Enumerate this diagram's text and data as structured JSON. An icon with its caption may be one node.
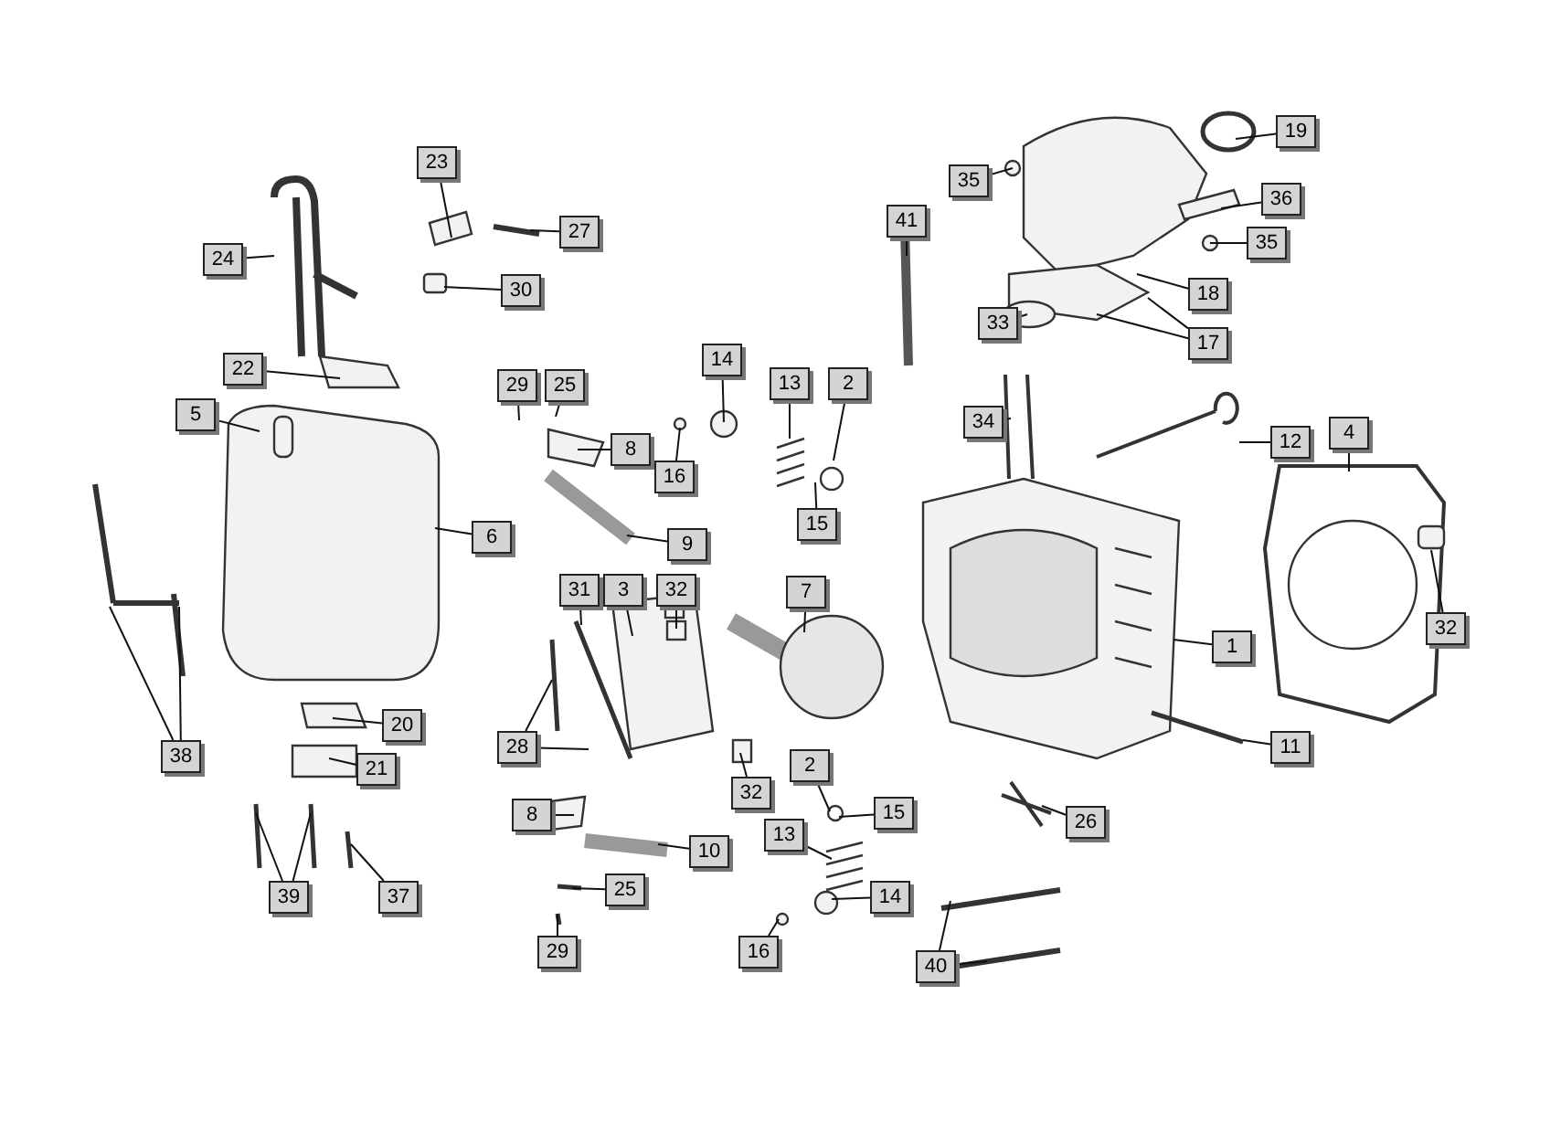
{
  "diagram": {
    "nodes": [
      {
        "text": [
          "23"
        ]
      },
      {
        "text": [
          "19"
        ]
      },
      {
        "text": [
          "35"
        ]
      },
      {
        "text": [
          "27"
        ]
      },
      {
        "text": [
          "24"
        ]
      },
      {
        "text": [
          "36"
        ]
      },
      {
        "text": [
          "41"
        ]
      },
      {
        "text": [
          "30"
        ]
      },
      {
        "text": [
          "18"
        ]
      },
      {
        "text": [
          "33"
        ]
      },
      {
        "text": [
          "17"
        ]
      },
      {
        "text": [
          "35"
        ]
      },
      {
        "text": [
          "22"
        ]
      },
      {
        "text": [
          "5"
        ]
      },
      {
        "text": [
          "29"
        ]
      },
      {
        "text": [
          "25"
        ]
      },
      {
        "text": [
          "14"
        ]
      },
      {
        "text": [
          "13"
        ]
      },
      {
        "text": [
          "2"
        ]
      },
      {
        "text": [
          "34"
        ]
      },
      {
        "text": [
          "12"
        ]
      },
      {
        "text": [
          "4"
        ]
      },
      {
        "text": [
          "8"
        ]
      },
      {
        "text": [
          "16"
        ]
      },
      {
        "text": [
          "15"
        ]
      },
      {
        "text": [
          "6"
        ]
      },
      {
        "text": [
          "9"
        ]
      },
      {
        "text": [
          "32"
        ]
      },
      {
        "text": [
          "31"
        ]
      },
      {
        "text": [
          "3"
        ]
      },
      {
        "text": [
          "32"
        ]
      },
      {
        "text": [
          "7"
        ]
      },
      {
        "text": [
          "1"
        ]
      },
      {
        "text": [
          "20"
        ]
      },
      {
        "text": [
          "38"
        ]
      },
      {
        "text": [
          "28"
        ]
      },
      {
        "text": [
          "21"
        ]
      },
      {
        "text": [
          "32"
        ]
      },
      {
        "text": [
          "11"
        ]
      },
      {
        "text": [
          "2"
        ]
      },
      {
        "text": [
          "15"
        ]
      },
      {
        "text": [
          "26"
        ]
      },
      {
        "text": [
          "8"
        ]
      },
      {
        "text": [
          "13"
        ]
      },
      {
        "text": [
          "10"
        ]
      },
      {
        "text": [
          "39"
        ]
      },
      {
        "text": [
          "37"
        ]
      },
      {
        "text": [
          "25"
        ]
      },
      {
        "text": [
          "14"
        ]
      },
      {
        "text": [
          "29"
        ]
      },
      {
        "text": [
          "16"
        ]
      },
      {
        "text": [
          "40"
        ]
      }
    ],
    "edges": [
      {
        "from": 0,
        "to": null,
        "arrow": "none"
      },
      {
        "from": 1,
        "to": null,
        "arrow": "none"
      },
      {
        "from": 2,
        "to": null,
        "arrow": "none"
      },
      {
        "from": 3,
        "to": null,
        "arrow": "none"
      },
      {
        "from": 4,
        "to": null,
        "arrow": "none"
      },
      {
        "from": 5,
        "to": null,
        "arrow": "none"
      },
      {
        "from": 6,
        "to": null,
        "arrow": "none"
      },
      {
        "from": 7,
        "to": null,
        "arrow": "none"
      },
      {
        "from": 8,
        "to": null,
        "arrow": "none"
      },
      {
        "from": 9,
        "to": null,
        "arrow": "none"
      },
      {
        "from": 10,
        "to": null,
        "arrow": "none"
      },
      {
        "from": 10,
        "to": null,
        "arrow": "none"
      },
      {
        "from": 11,
        "to": null,
        "arrow": "none"
      },
      {
        "from": 12,
        "to": null,
        "arrow": "none"
      },
      {
        "from": 13,
        "to": null,
        "arrow": "none"
      },
      {
        "from": 14,
        "to": null,
        "arrow": "none"
      },
      {
        "from": 15,
        "to": null,
        "arrow": "none"
      },
      {
        "from": 16,
        "to": null,
        "arrow": "none"
      },
      {
        "from": 17,
        "to": null,
        "arrow": "none"
      },
      {
        "from": 18,
        "to": null,
        "arrow": "none"
      },
      {
        "from": 19,
        "to": null,
        "arrow": "none"
      },
      {
        "from": 20,
        "to": null,
        "arrow": "none"
      },
      {
        "from": 21,
        "to": null,
        "arrow": "none"
      },
      {
        "from": 22,
        "to": null,
        "arrow": "none"
      },
      {
        "from": 23,
        "to": null,
        "arrow": "none"
      },
      {
        "from": 24,
        "to": null,
        "arrow": "none"
      },
      {
        "from": 25,
        "to": null,
        "arrow": "none"
      },
      {
        "from": 26,
        "to": null,
        "arrow": "none"
      },
      {
        "from": 27,
        "to": null,
        "arrow": "none"
      },
      {
        "from": 28,
        "to": null,
        "arrow": "none"
      },
      {
        "from": 29,
        "to": null,
        "arrow": "none"
      },
      {
        "from": 30,
        "to": null,
        "arrow": "none"
      },
      {
        "from": 31,
        "to": null,
        "arrow": "none"
      },
      {
        "from": 32,
        "to": null,
        "arrow": "none"
      },
      {
        "from": 33,
        "to": null,
        "arrow": "none"
      },
      {
        "from": 34,
        "to": null,
        "arrow": "none"
      },
      {
        "from": 34,
        "to": null,
        "arrow": "none"
      },
      {
        "from": 35,
        "to": null,
        "arrow": "none"
      },
      {
        "from": 35,
        "to": null,
        "arrow": "none"
      },
      {
        "from": 36,
        "to": null,
        "arrow": "none"
      },
      {
        "from": 37,
        "to": null,
        "arrow": "none"
      },
      {
        "from": 38,
        "to": null,
        "arrow": "none"
      },
      {
        "from": 39,
        "to": null,
        "arrow": "none"
      },
      {
        "from": 40,
        "to": null,
        "arrow": "none"
      },
      {
        "from": 41,
        "to": null,
        "arrow": "none"
      },
      {
        "from": 42,
        "to": null,
        "arrow": "none"
      },
      {
        "from": 43,
        "to": null,
        "arrow": "none"
      },
      {
        "from": 44,
        "to": null,
        "arrow": "none"
      },
      {
        "from": 45,
        "to": null,
        "arrow": "none"
      },
      {
        "from": 45,
        "to": null,
        "arrow": "none"
      },
      {
        "from": 46,
        "to": null,
        "arrow": "none"
      },
      {
        "from": 47,
        "to": null,
        "arrow": "none"
      },
      {
        "from": 48,
        "to": null,
        "arrow": "none"
      },
      {
        "from": 49,
        "to": null,
        "arrow": "none"
      },
      {
        "from": 50,
        "to": null,
        "arrow": "none"
      },
      {
        "from": 51,
        "to": null,
        "arrow": "none"
      },
      {
        "from": 51,
        "to": null,
        "arrow": "none"
      }
    ]
  }
}
